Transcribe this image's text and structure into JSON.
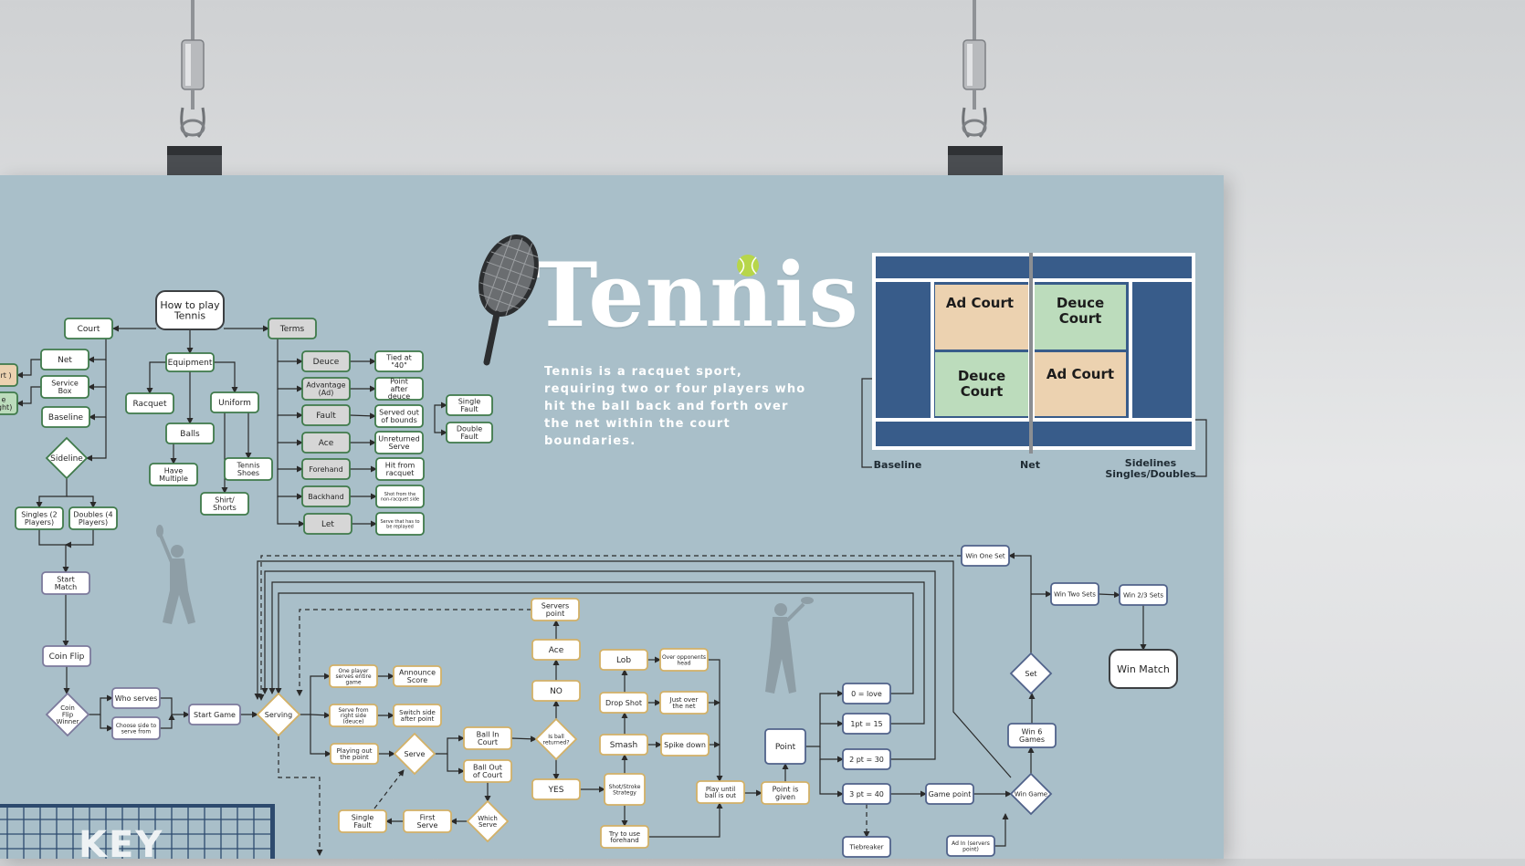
{
  "title": "Tennis",
  "intro": "Tennis is a racquet sport, requiring two or four players who hit the ball back and forth over the net within the court boundaries.",
  "court": {
    "zones": {
      "ad_top": "Ad Court",
      "deuce_top": "Deuce Court",
      "deuce_bottom": "Deuce Court",
      "ad_bottom": "Ad Court"
    },
    "labels": {
      "baseline": "Baseline",
      "net": "Net",
      "sidelines": "Sidelines Singles/Doubles"
    }
  },
  "key_label": "KEY",
  "colors": {
    "poster_bg": "#a9bfc9",
    "court_blue": "#385c8a",
    "ad_court": "#ecd2b0",
    "deuce_court": "#bcdcbc",
    "green_border": "#3f7a4a",
    "gold_border": "#d3b167",
    "purple_border": "#7c7a9c",
    "navy_border": "#50628a",
    "terms_fill": "#d6d6d6",
    "tennis_ball": "#b7d64a"
  },
  "nodes": [
    {
      "id": "how",
      "text": "How to play Tennis",
      "shape": "rect",
      "style": "dark"
    },
    {
      "id": "court",
      "text": "Court",
      "shape": "rect",
      "style": "green"
    },
    {
      "id": "terms",
      "text": "Terms",
      "shape": "rect",
      "style": "grey"
    },
    {
      "id": "equipment",
      "text": "Equipment",
      "shape": "rect",
      "style": "green"
    },
    {
      "id": "net",
      "text": "Net",
      "shape": "rect",
      "style": "green"
    },
    {
      "id": "servicebox",
      "text": "Service Box",
      "shape": "rect",
      "style": "green"
    },
    {
      "id": "baseline",
      "text": "Baseline",
      "shape": "rect",
      "style": "green"
    },
    {
      "id": "sideline",
      "text": "Sideline",
      "shape": "diamond",
      "style": "green"
    },
    {
      "id": "singles",
      "text": "Singles (2 Players)",
      "shape": "rect",
      "style": "green"
    },
    {
      "id": "doubles",
      "text": "Doubles (4 Players)",
      "shape": "rect",
      "style": "green"
    },
    {
      "id": "cutoff1",
      "text": "urt )",
      "shape": "rect",
      "style": "tan"
    },
    {
      "id": "cutoff2",
      "text": "e ight)",
      "shape": "rect",
      "style": "mint"
    },
    {
      "id": "racquet",
      "text": "Racquet",
      "shape": "rect",
      "style": "green"
    },
    {
      "id": "uniform",
      "text": "Uniform",
      "shape": "rect",
      "style": "green"
    },
    {
      "id": "balls",
      "text": "Balls",
      "shape": "rect",
      "style": "green"
    },
    {
      "id": "havemultiple",
      "text": "Have Multiple",
      "shape": "rect",
      "style": "green"
    },
    {
      "id": "tennisshoes",
      "text": "Tennis Shoes",
      "shape": "rect",
      "style": "green"
    },
    {
      "id": "shirt",
      "text": "Shirt/ Shorts",
      "shape": "rect",
      "style": "green"
    },
    {
      "id": "deuce",
      "text": "Deuce",
      "shape": "rect",
      "style": "grey"
    },
    {
      "id": "advantage",
      "text": "Advantage (Ad)",
      "shape": "rect",
      "style": "grey"
    },
    {
      "id": "fault",
      "text": "Fault",
      "shape": "rect",
      "style": "grey"
    },
    {
      "id": "ace_t",
      "text": "Ace",
      "shape": "rect",
      "style": "grey"
    },
    {
      "id": "forehand",
      "text": "Forehand",
      "shape": "rect",
      "style": "grey"
    },
    {
      "id": "backhand",
      "text": "Backhand",
      "shape": "rect",
      "style": "grey"
    },
    {
      "id": "let",
      "text": "Let",
      "shape": "rect",
      "style": "grey"
    },
    {
      "id": "tied40",
      "text": "Tied at \"40\"",
      "shape": "rect",
      "style": "green"
    },
    {
      "id": "pointafter",
      "text": "Point after deuce",
      "shape": "rect",
      "style": "green"
    },
    {
      "id": "servedout",
      "text": "Served out of bounds",
      "shape": "rect",
      "style": "green"
    },
    {
      "id": "unreturned",
      "text": "Unreturned Serve",
      "shape": "rect",
      "style": "green"
    },
    {
      "id": "hitfrom",
      "text": "Hit from racquet",
      "shape": "rect",
      "style": "green"
    },
    {
      "id": "shotfrom",
      "text": "Shot from the non-racquet side",
      "shape": "rect",
      "style": "green"
    },
    {
      "id": "servereplay",
      "text": "Serve that has to be replayed",
      "shape": "rect",
      "style": "green"
    },
    {
      "id": "singlefault_t",
      "text": "Single Fault",
      "shape": "rect",
      "style": "green"
    },
    {
      "id": "doublefault_t",
      "text": "Double Fault",
      "shape": "rect",
      "style": "green"
    },
    {
      "id": "startmatch",
      "text": "Start Match",
      "shape": "rect",
      "style": "purple"
    },
    {
      "id": "coinflip",
      "text": "Coin Flip",
      "shape": "rect",
      "style": "purple"
    },
    {
      "id": "coinwinner",
      "text": "Coin Flip Winner",
      "shape": "diamond",
      "style": "purple"
    },
    {
      "id": "whoserves",
      "text": "Who serves",
      "shape": "rect",
      "style": "purple"
    },
    {
      "id": "chooseside",
      "text": "Choose side to serve from",
      "shape": "rect",
      "style": "purple"
    },
    {
      "id": "startgame",
      "text": "Start Game",
      "shape": "rect",
      "style": "purple"
    },
    {
      "id": "serving",
      "text": "Serving",
      "shape": "diamond",
      "style": "gold"
    },
    {
      "id": "oneplayer",
      "text": "One player serves entire game",
      "shape": "rect",
      "style": "gold"
    },
    {
      "id": "announce",
      "text": "Announce Score",
      "shape": "rect",
      "style": "gold"
    },
    {
      "id": "servefrom",
      "text": "Serve from right side (deuce)",
      "shape": "rect",
      "style": "gold"
    },
    {
      "id": "switchside",
      "text": "Switch side after point",
      "shape": "rect",
      "style": "gold"
    },
    {
      "id": "playingout",
      "text": "Playing out the point",
      "shape": "rect",
      "style": "gold"
    },
    {
      "id": "serve",
      "text": "Serve",
      "shape": "diamond",
      "style": "gold"
    },
    {
      "id": "ballin",
      "text": "Ball In Court",
      "shape": "rect",
      "style": "gold"
    },
    {
      "id": "ballout",
      "text": "Ball Out of Court",
      "shape": "rect",
      "style": "gold"
    },
    {
      "id": "whichserve",
      "text": "Which Serve",
      "shape": "diamond",
      "style": "gold"
    },
    {
      "id": "firstserve",
      "text": "First Serve",
      "shape": "rect",
      "style": "gold"
    },
    {
      "id": "singlefault",
      "text": "Single Fault",
      "shape": "rect",
      "style": "gold"
    },
    {
      "id": "serverspoint",
      "text": "Servers point",
      "shape": "rect",
      "style": "gold"
    },
    {
      "id": "ace",
      "text": "Ace",
      "shape": "rect",
      "style": "gold"
    },
    {
      "id": "no",
      "text": "NO",
      "shape": "rect",
      "style": "gold"
    },
    {
      "id": "isreturned",
      "text": "Is ball returned?",
      "shape": "diamond",
      "style": "gold"
    },
    {
      "id": "yes",
      "text": "YES",
      "shape": "rect",
      "style": "gold"
    },
    {
      "id": "strategy",
      "text": "Shot/Stroke Strategy",
      "shape": "rect",
      "style": "gold"
    },
    {
      "id": "lob",
      "text": "Lob",
      "shape": "rect",
      "style": "gold"
    },
    {
      "id": "overhead",
      "text": "Over opponents head",
      "shape": "rect",
      "style": "gold"
    },
    {
      "id": "dropshot",
      "text": "Drop Shot",
      "shape": "rect",
      "style": "gold"
    },
    {
      "id": "justover",
      "text": "Just over the net",
      "shape": "rect",
      "style": "gold"
    },
    {
      "id": "smash",
      "text": "Smash",
      "shape": "rect",
      "style": "gold"
    },
    {
      "id": "spike",
      "text": "Spike down",
      "shape": "rect",
      "style": "gold"
    },
    {
      "id": "tryforehand",
      "text": "Try to use forehand",
      "shape": "rect",
      "style": "gold"
    },
    {
      "id": "playuntil",
      "text": "Play until ball is out",
      "shape": "rect",
      "style": "gold"
    },
    {
      "id": "pointgiven",
      "text": "Point is given",
      "shape": "rect",
      "style": "gold"
    },
    {
      "id": "point",
      "text": "Point",
      "shape": "rect",
      "style": "navy"
    },
    {
      "id": "love",
      "text": "0 = love",
      "shape": "rect",
      "style": "navy"
    },
    {
      "id": "p15",
      "text": "1pt = 15",
      "shape": "rect",
      "style": "navy"
    },
    {
      "id": "p30",
      "text": "2 pt = 30",
      "shape": "rect",
      "style": "navy"
    },
    {
      "id": "p40",
      "text": "3 pt = 40",
      "shape": "rect",
      "style": "navy"
    },
    {
      "id": "tiebreaker",
      "text": "Tiebreaker",
      "shape": "rect",
      "style": "navy"
    },
    {
      "id": "gamepoint",
      "text": "Game point",
      "shape": "rect",
      "style": "navy"
    },
    {
      "id": "adin",
      "text": "Ad In (servers point)",
      "shape": "rect",
      "style": "navy"
    },
    {
      "id": "wingame",
      "text": "Win Game",
      "shape": "diamond",
      "style": "navy"
    },
    {
      "id": "win6",
      "text": "Win 6 Games",
      "shape": "rect",
      "style": "navy"
    },
    {
      "id": "set",
      "text": "Set",
      "shape": "diamond",
      "style": "navy"
    },
    {
      "id": "winoneset",
      "text": "Win One Set",
      "shape": "rect",
      "style": "navy"
    },
    {
      "id": "wintwo",
      "text": "Win Two Sets",
      "shape": "rect",
      "style": "navy"
    },
    {
      "id": "win23",
      "text": "Win 2/3 Sets",
      "shape": "rect",
      "style": "navy"
    },
    {
      "id": "winmatch",
      "text": "Win Match",
      "shape": "rect",
      "style": "dark"
    }
  ]
}
